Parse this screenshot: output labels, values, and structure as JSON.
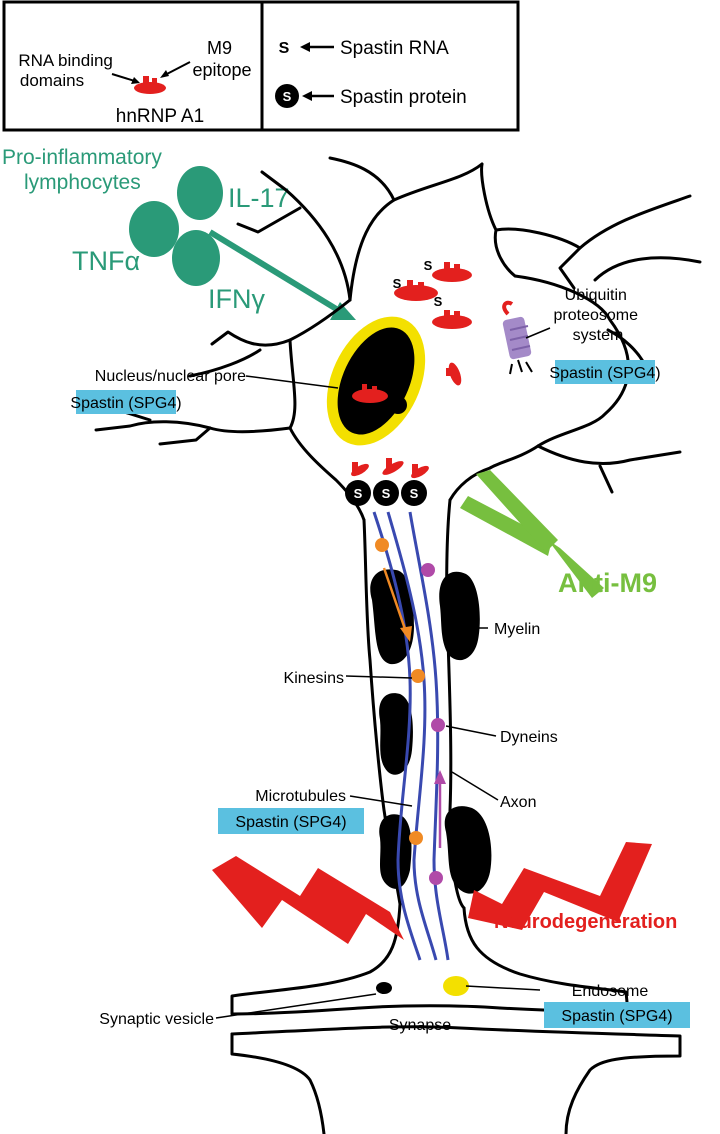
{
  "legend": {
    "rna_binding_domains": [
      "RNA binding",
      "domains"
    ],
    "m9_epitope": [
      "M9",
      "epitope"
    ],
    "hnrnp_a1": "hnRNP A1",
    "rna_symbol": "S",
    "spastin_rna": "Spastin RNA",
    "protein_symbol": "S",
    "spastin_protein": "Spastin protein"
  },
  "inflammation": {
    "title": [
      "Pro-inflammatory",
      "lymphocytes"
    ],
    "il17": "IL-17",
    "tnf": "TNFα",
    "ifn": "IFNγ"
  },
  "labels": {
    "rna_s": "S",
    "protein_s": "S",
    "ubiquitin": [
      "Ubiquitin",
      "proteosome",
      "system"
    ],
    "nucleus": "Nucleus/nuclear pore",
    "spastin_spg4": "Spastin (SPG4)",
    "anti_m9": "Anti-M9",
    "myelin": "Myelin",
    "kinesins": "Kinesins",
    "dyneins": "Dyneins",
    "microtubules": "Microtubules",
    "axon": "Axon",
    "neurodegeneration": "Neurodegeneration",
    "endosome": "Endosome",
    "synaptic_vesicle": "Synaptic vesicle",
    "synapse": "Synapse"
  },
  "colors": {
    "green": "#2a9a78",
    "anti_m9": "#77bf3f",
    "red": "#e3201e",
    "blue_box": "#5bc0e0",
    "microtubule": "#3949b0",
    "kinesin": "#f08a24",
    "dynein": "#b04aa8",
    "nucleus_ring": "#f3e000"
  }
}
